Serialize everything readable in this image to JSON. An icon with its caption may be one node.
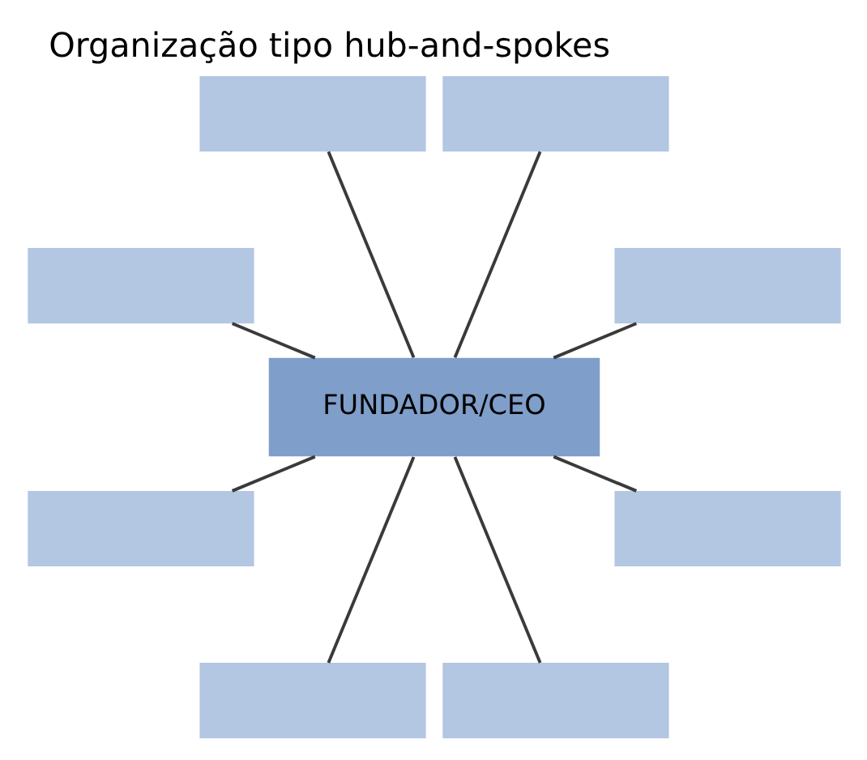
{
  "diagram": {
    "title": "Organização tipo hub-and-spokes",
    "nodes": [
      {
        "text": [],
        "shape": "box"
      },
      {
        "text": [],
        "shape": "box"
      },
      {
        "text": [],
        "shape": "box"
      },
      {
        "text": [],
        "shape": "box"
      },
      {
        "text": [
          "FUNDADOR/CEO"
        ]
      },
      {
        "text": [],
        "shape": "box"
      },
      {
        "text": [],
        "shape": "box"
      },
      {
        "text": [],
        "shape": "box"
      },
      {
        "text": [],
        "shape": "box"
      }
    ],
    "edges": [
      {
        "from": 4,
        "to": 0,
        "arrow": "none"
      },
      {
        "from": 4,
        "to": 1,
        "arrow": "none"
      },
      {
        "from": 4,
        "to": 2,
        "arrow": "none"
      },
      {
        "from": 4,
        "to": 3,
        "arrow": "none"
      },
      {
        "from": 4,
        "to": 5,
        "arrow": "none"
      },
      {
        "from": 4,
        "to": 6,
        "arrow": "none"
      },
      {
        "from": 4,
        "to": 7,
        "arrow": "none"
      },
      {
        "from": 4,
        "to": 8,
        "arrow": "none"
      }
    ]
  }
}
